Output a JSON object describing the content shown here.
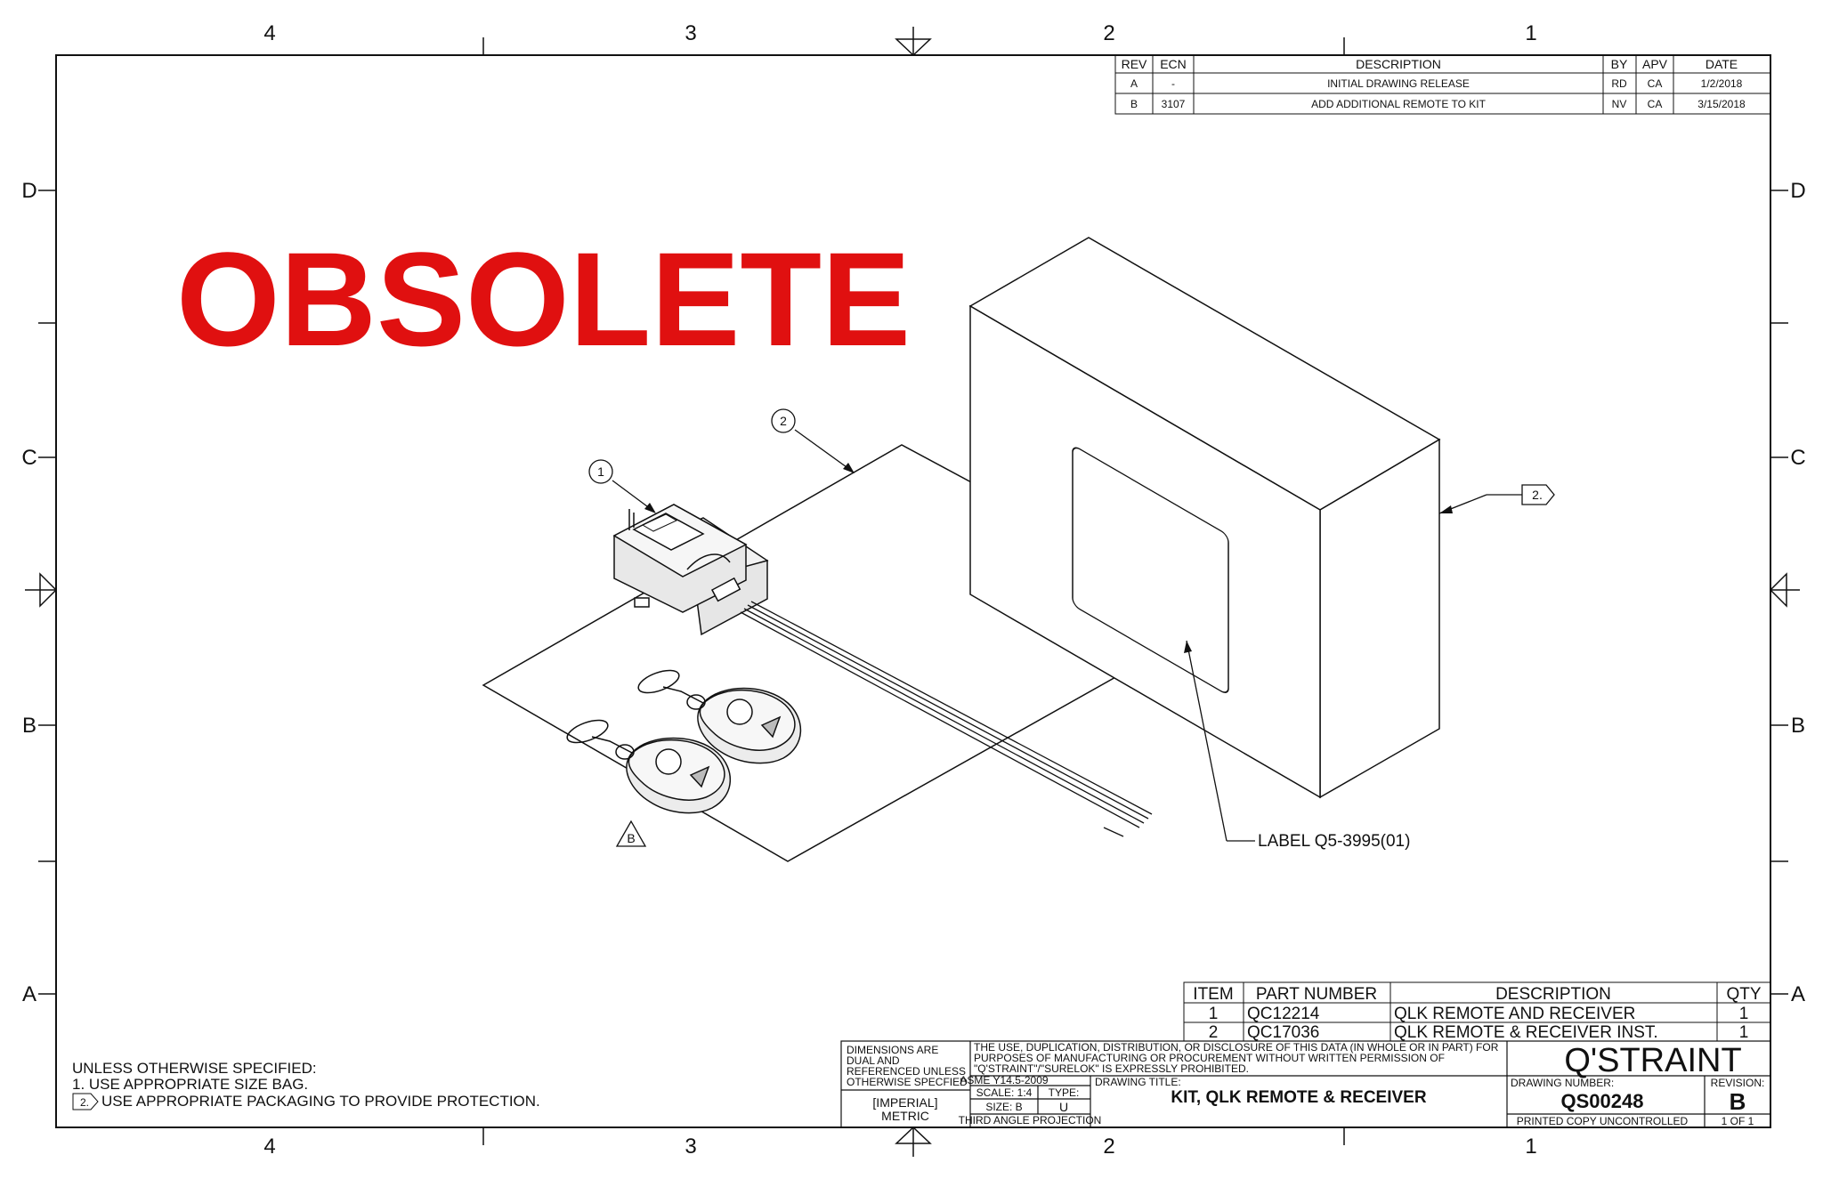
{
  "stamp": "OBSOLETE",
  "zones": {
    "columns": [
      "4",
      "3",
      "2",
      "1"
    ],
    "rows": [
      "D",
      "C",
      "B",
      "A"
    ]
  },
  "revisions": {
    "headers": [
      "REV",
      "ECN",
      "DESCRIPTION",
      "BY",
      "APV",
      "DATE"
    ],
    "rows": [
      [
        "A",
        "-",
        "INITIAL DRAWING RELEASE",
        "RD",
        "CA",
        "1/2/2018"
      ],
      [
        "B",
        "3107",
        "ADD ADDITIONAL REMOTE TO KIT",
        "NV",
        "CA",
        "3/15/2018"
      ]
    ]
  },
  "callouts": {
    "item1": "1",
    "item2": "2",
    "flag_note": "2.",
    "rev_flag": "B",
    "label": "LABEL Q5-3995(01)"
  },
  "bom": {
    "headers": [
      "ITEM",
      "PART NUMBER",
      "DESCRIPTION",
      "QTY"
    ],
    "rows": [
      [
        "1",
        "QC12214",
        "QLK REMOTE AND RECEIVER",
        "1"
      ],
      [
        "2",
        "QC17036",
        "QLK REMOTE & RECEIVER INST.",
        "1"
      ]
    ]
  },
  "notes": {
    "header": "UNLESS OTHERWISE SPECIFIED:",
    "line1": "1. USE APPROPRIATE SIZE BAG.",
    "flag": "2.",
    "line2": "USE APPROPRIATE PACKAGING TO PROVIDE PROTECTION."
  },
  "title_block": {
    "dims_line1": "DIMENSIONS ARE",
    "dims_line2": "DUAL AND",
    "dims_line3": "REFERENCED UNLESS",
    "dims_line4": "OTHERWISE SPECFIED",
    "units_line1": "[IMPERIAL]",
    "units_line2": "METRIC",
    "legal_line1": "THE USE, DUPLICATION, DISTRIBUTION, OR DISCLOSURE OF THIS DATA (IN WHOLE OR IN PART) FOR",
    "legal_line2": "PURPOSES OF MANUFACTURING OR PROCUREMENT WITHOUT WRITTEN PERMISSION OF",
    "legal_line3": "\"Q'STRAINT\"/\"SURELOK\" IS EXPRESSLY PROHIBITED.",
    "standard": "ASME Y14.5-2009",
    "scale": "SCALE: 1:4",
    "type_label": "TYPE:",
    "type_value": "U",
    "size": "SIZE: B",
    "projection": "THIRD ANGLE PROJECTION",
    "drawing_title_label": "DRAWING TITLE:",
    "drawing_title": "KIT, QLK REMOTE & RECEIVER",
    "company": "Q'STRAINT",
    "drawing_number_label": "DRAWING NUMBER:",
    "drawing_number": "QS00248",
    "revision_label": "REVISION:",
    "revision": "B",
    "printed_note": "PRINTED COPY UNCONTROLLED",
    "sheet": "1 OF 1"
  },
  "colors": {
    "stamp": "#e01010",
    "line": "#111111",
    "background": "#ffffff"
  }
}
